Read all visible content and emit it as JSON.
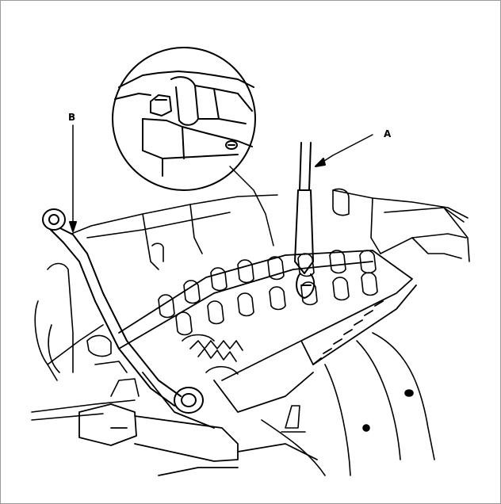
{
  "figure": {
    "callouts": [
      {
        "id": "a",
        "label": "A"
      },
      {
        "id": "b",
        "label": "B"
      }
    ],
    "colors": {
      "ink": "#000000",
      "frame": "#9a9a9a",
      "background": "#ffffff"
    }
  }
}
